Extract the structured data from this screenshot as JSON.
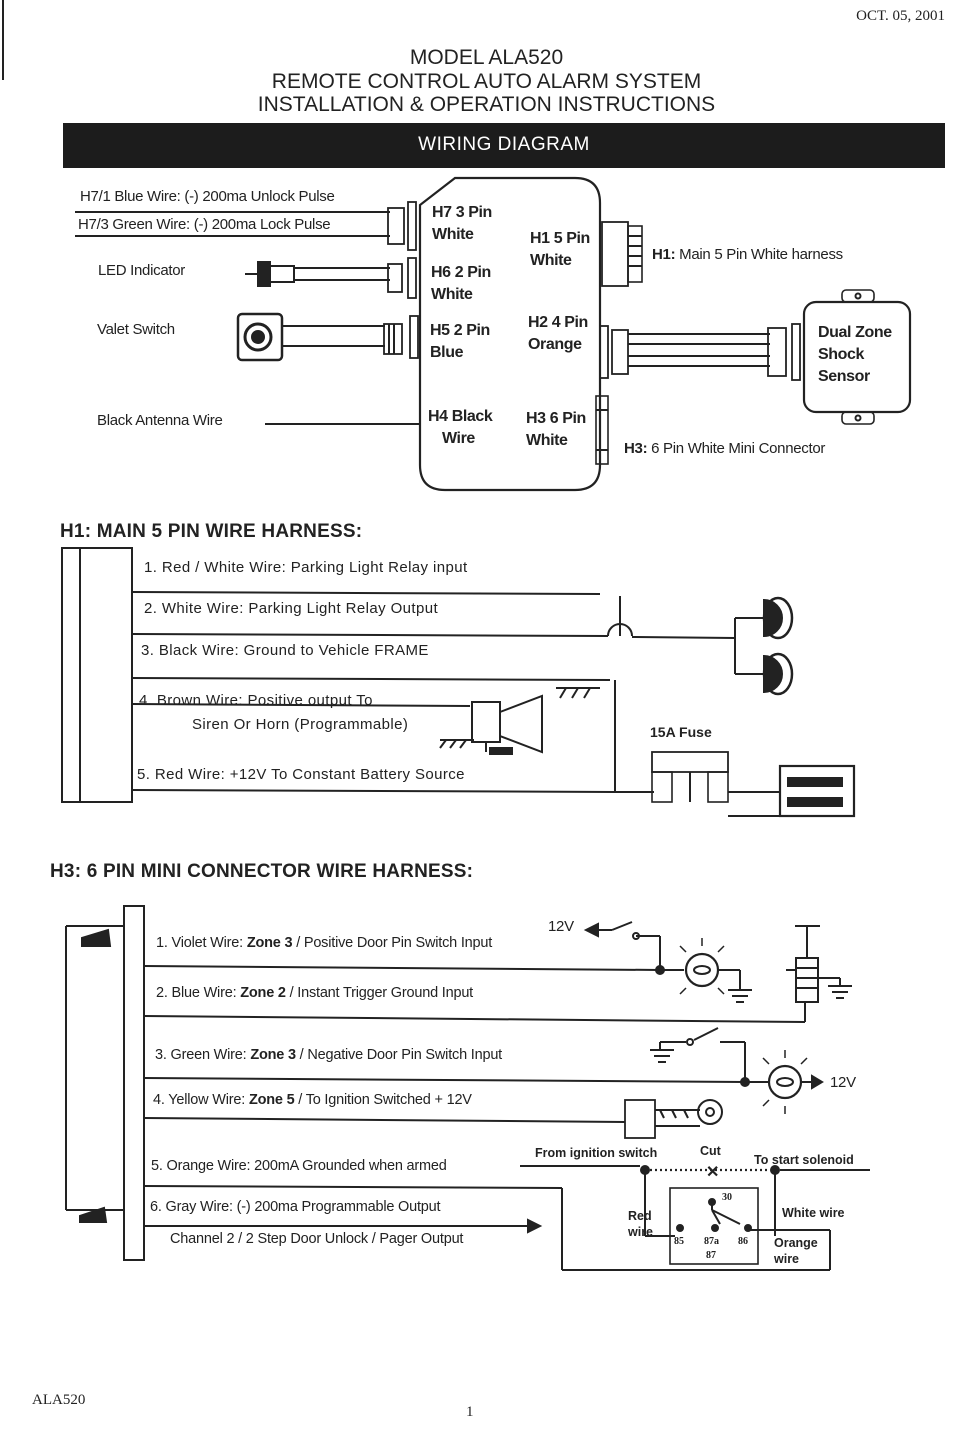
{
  "header": {
    "date": "OCT. 05, 2001",
    "title_line1": "MODEL ALA520",
    "title_line2": "REMOTE CONTROL AUTO ALARM SYSTEM",
    "title_line3": "INSTALLATION & OPERATION INSTRUCTIONS",
    "banner": "WIRING DIAGRAM"
  },
  "wiring_diagram": {
    "left_labels": {
      "h71": "H7/1 Blue Wire: (-) 200ma Unlock Pulse",
      "h73": "H7/3 Green Wire: (-) 200ma Lock Pulse",
      "led": "LED Indicator",
      "valet": "Valet Switch",
      "antenna": "Black Antenna Wire"
    },
    "module": {
      "h7_a": "H7 3 Pin",
      "h7_b": "White",
      "h6_a": "H6 2 Pin",
      "h6_b": "White",
      "h5_a": "H5 2 Pin",
      "h5_b": "Blue",
      "h4_a": "H4 Black",
      "h4_b": "Wire",
      "h1_a": "H1 5 Pin",
      "h1_b": "White",
      "h2_a": "H2 4 Pin",
      "h2_b": "Orange",
      "h3_a": "H3 6 Pin",
      "h3_b": "White"
    },
    "right_labels": {
      "h1_bold": "H1:",
      "h1_text": " Main 5 Pin White harness",
      "sensor_1": "Dual Zone",
      "sensor_2": "Shock",
      "sensor_3": "Sensor",
      "h3_bold": "H3:",
      "h3_text": " 6 Pin White Mini Connector"
    }
  },
  "h1_harness": {
    "heading": "H1: MAIN 5 PIN WIRE HARNESS:",
    "wires": [
      "1. Red / White Wire: Parking Light Relay input",
      "2. White Wire: Parking Light Relay Output",
      "3. Black Wire: Ground to Vehicle FRAME",
      "4. Brown Wire: Positive output To",
      "Siren Or Horn (Programmable)",
      "5. Red Wire: +12V To Constant Battery Source"
    ],
    "fuse": "15A Fuse"
  },
  "h3_harness": {
    "heading": "H3: 6 PIN MINI CONNECTOR WIRE HARNESS:",
    "wires": [
      {
        "pre": "1. Violet Wire: ",
        "zone": "Zone 3",
        "post": " / Positive Door Pin Switch Input"
      },
      {
        "pre": "2. Blue Wire: ",
        "zone": "Zone 2",
        "post": " / Instant Trigger Ground Input"
      },
      {
        "pre": "3. Green Wire: ",
        "zone": "Zone 3",
        "post": " / Negative Door Pin Switch Input"
      },
      {
        "pre": "4. Yellow Wire: ",
        "zone": "Zone 5",
        "post": " / To Ignition Switched + 12V"
      },
      {
        "pre": "5. Orange Wire: 200mA Grounded when armed",
        "zone": "",
        "post": ""
      },
      {
        "pre": "6. Gray Wire: (-) 200ma Programmable Output",
        "zone": "",
        "post": ""
      }
    ],
    "wire6_sub": "Channel 2 / 2 Step Door Unlock / Pager Output",
    "v12_top": "12V",
    "v12_right": "12V",
    "from_ignition": "From ignition switch",
    "cut": "Cut",
    "to_start": "To start solenoid",
    "red_wire_1": "Red",
    "red_wire_2": "wire",
    "white_wire": "White wire",
    "orange_wire_1": "Orange",
    "orange_wire_2": "wire",
    "relay_pins": {
      "p30": "30",
      "p85": "85",
      "p87a": "87a",
      "p86": "86",
      "p87": "87"
    }
  },
  "footer": {
    "model": "ALA520",
    "page": "1"
  }
}
